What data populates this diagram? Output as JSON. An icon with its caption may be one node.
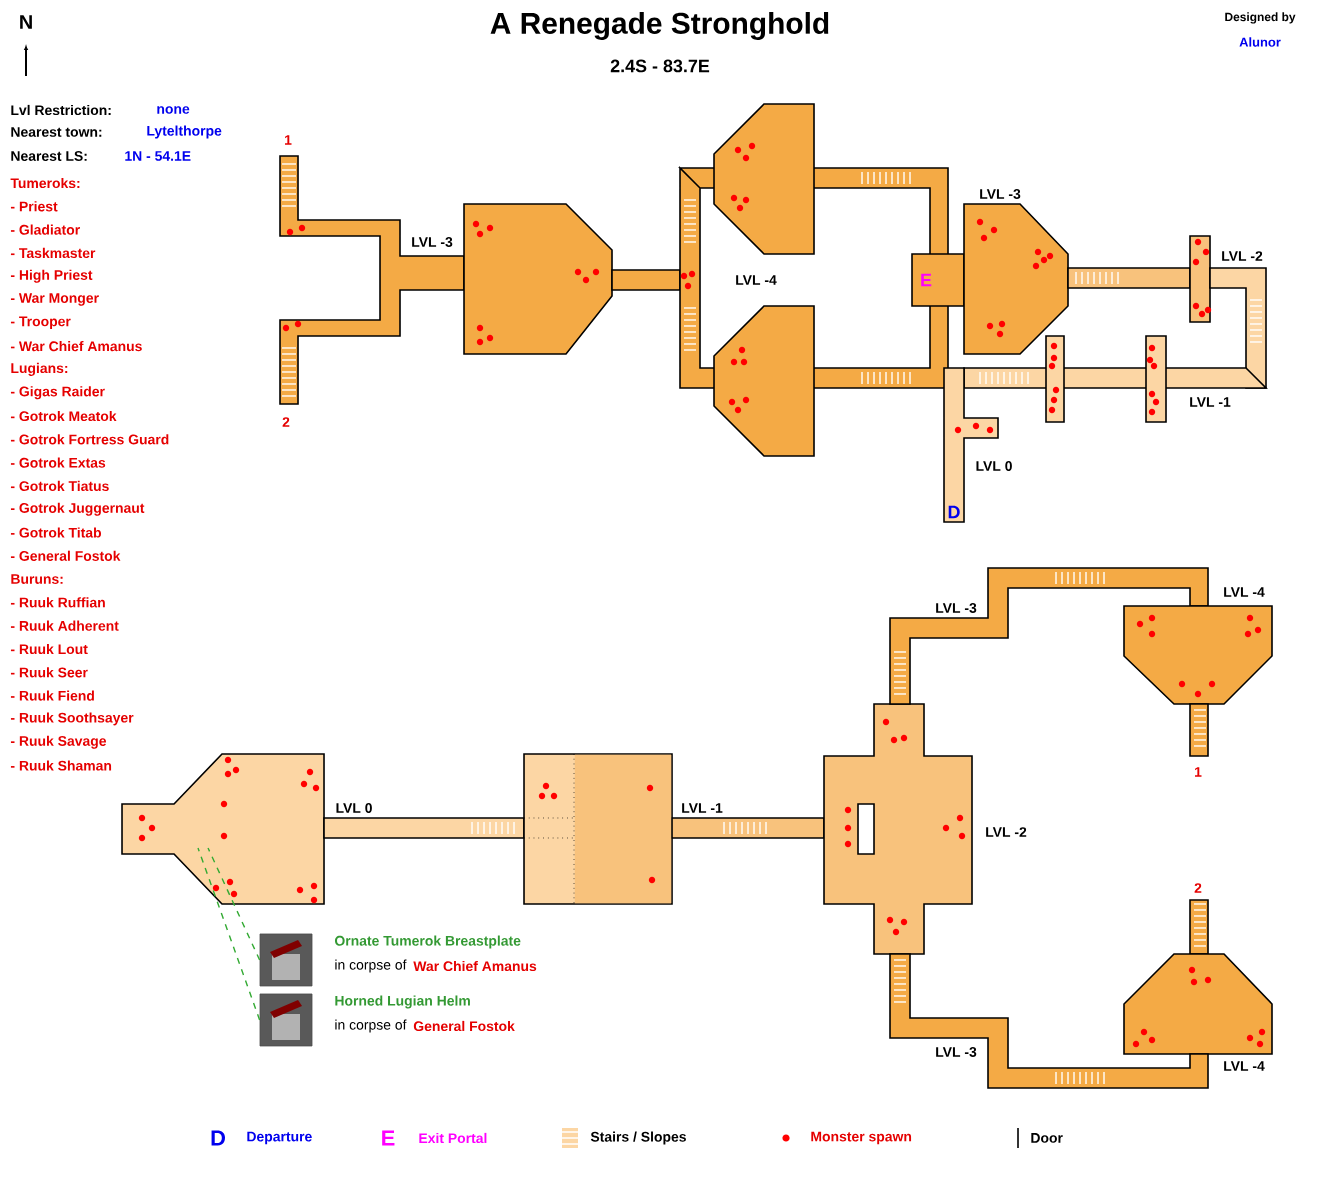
{
  "diagram": {
    "title": "A Renegade Stronghold",
    "nodes": [
      {
        "text": [],
        "shape": "picture",
        "beside": [
          "Ornate Tumerok Breastplate",
          "in corpse of",
          "War Chief Amanus"
        ]
      },
      {
        "text": [],
        "shape": "picture",
        "beside": [
          "Horned Lugian Helm",
          "in corpse of",
          "General Fostok"
        ]
      }
    ],
    "edges": [
      {
        "from": 0,
        "to": null,
        "arrow": "none",
        "style": "dashed",
        "color": "#33aa33"
      },
      {
        "from": 1,
        "to": null,
        "arrow": "none",
        "style": "dashed",
        "color": "#33aa33"
      }
    ],
    "labels": [
      "2.4S - 83.7E",
      "Designed by",
      "Alunor",
      "N",
      "Lvl Restriction:",
      "none",
      "Nearest town:",
      "Lytelthorpe",
      "Nearest LS:",
      "1N - 54.1E",
      "Tumeroks:",
      "- Priest",
      "- Gladiator",
      "- Taskmaster",
      "- High Priest",
      "- War Monger",
      "- Trooper",
      "- War Chief Amanus",
      "Lugians:",
      "- Gigas Raider",
      "- Gotrok Meatok",
      "- Gotrok Fortress Guard",
      "- Gotrok Extas",
      "- Gotrok Tiatus",
      "- Gotrok Juggernaut",
      "- Gotrok Titab",
      "- General Fostok",
      "Buruns:",
      "- Ruuk Ruffian",
      "- Ruuk Adherent",
      "- Ruuk Lout",
      "- Ruuk Seer",
      "- Ruuk Fiend",
      "- Ruuk Soothsayer",
      "- Ruuk Savage",
      "- Ruuk Shaman",
      "1",
      "2",
      "LVL -3",
      "LVL -4",
      "E",
      "LVL -3",
      "LVL -2",
      "LVL -1",
      "LVL 0",
      "D",
      "LVL -3",
      "LVL -4",
      "LVL 0",
      "LVL -1",
      "LVL -2",
      "1",
      "2",
      "LVL -3",
      "LVL -4",
      "D",
      "E"
    ],
    "legend": [
      {
        "text": "Departure"
      },
      {
        "text": "Exit Portal"
      },
      {
        "text": "Stairs / Slopes"
      },
      {
        "text": "Monster spawn"
      },
      {
        "text": "Door"
      }
    ]
  }
}
